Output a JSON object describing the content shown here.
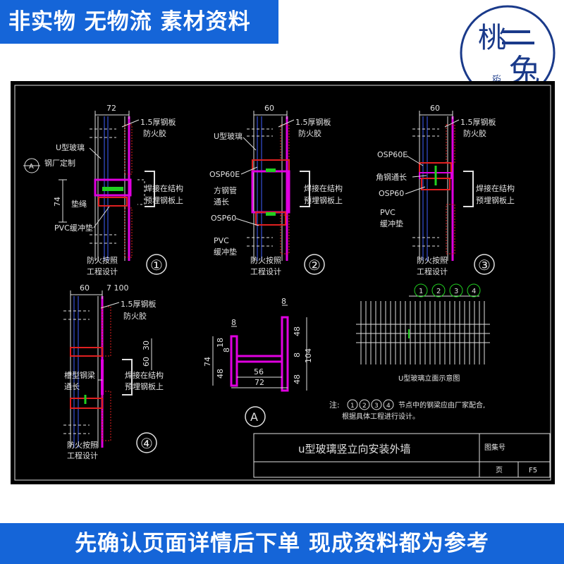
{
  "banner_top": "非实物 无物流 素材资料",
  "banner_bottom": "先确认页面详情后下单 现成资料都为参考",
  "logo": {
    "char1": "桃",
    "char2": "兔",
    "small": "设计中心"
  },
  "colors": {
    "banner": "#1565d8",
    "outline": "#e0e0e0",
    "magenta": "#e000e0",
    "red": "#e02020",
    "green": "#20d020",
    "yellow": "#ffff40",
    "blue": "#4060ff"
  },
  "detail1": {
    "dim_top": "72",
    "dim_left": "74",
    "number": "①",
    "labels": [
      "1.5厚钢板",
      "防火胶",
      "U型玻璃",
      "钢厂定制",
      "焊接在结构",
      "预埋钢板上",
      "垫绳",
      "PVC缓冲垫",
      "防火按照",
      "工程设计"
    ],
    "section_mark": "A"
  },
  "detail2": {
    "dim_top": "60",
    "number": "②",
    "labels": [
      "1.5厚钢板",
      "防火胶",
      "U型玻璃",
      "OSP60E",
      "方钢管",
      "通长",
      "焊接在结构",
      "预埋钢板上",
      "OSP60",
      "PVC",
      "缓冲垫",
      "防火按照",
      "工程设计"
    ]
  },
  "detail3": {
    "dim_top": "60",
    "number": "③",
    "labels": [
      "1.5厚钢板",
      "防火胶",
      "OSP60E",
      "角钢通长",
      "OSP60",
      "焊接在结构",
      "预埋钢板上",
      "PVC",
      "缓冲垫",
      "防火按照",
      "工程设计"
    ]
  },
  "detail4": {
    "dim_top": "60",
    "dim_top2": "7 100",
    "dim_30": "30",
    "dim_60": "60",
    "number": "④",
    "labels": [
      "1.5厚钢板",
      "防火胶",
      "槽型钢梁",
      "通长",
      "焊接在结构",
      "预埋钢板上",
      "防火按照",
      "工程设计"
    ]
  },
  "detailA": {
    "dims": [
      "8",
      "8",
      "8",
      "18",
      "48",
      "74",
      "56",
      "72",
      "48",
      "8",
      "104",
      "48"
    ],
    "mark": "A"
  },
  "elevation": {
    "title": "U型玻璃立面示意图",
    "marks": [
      "1",
      "2",
      "3",
      "4"
    ]
  },
  "note": {
    "prefix": "注:",
    "marks": [
      "1",
      "2",
      "3",
      "4"
    ],
    "text1": "节点中的钢梁应由厂家配合,",
    "text2": "根据具体工程进行设计。"
  },
  "title_block": {
    "title": "u型玻璃竖立向安装外墙",
    "atlas_label": "图集号",
    "page_label": "页",
    "page_value": "F5"
  }
}
